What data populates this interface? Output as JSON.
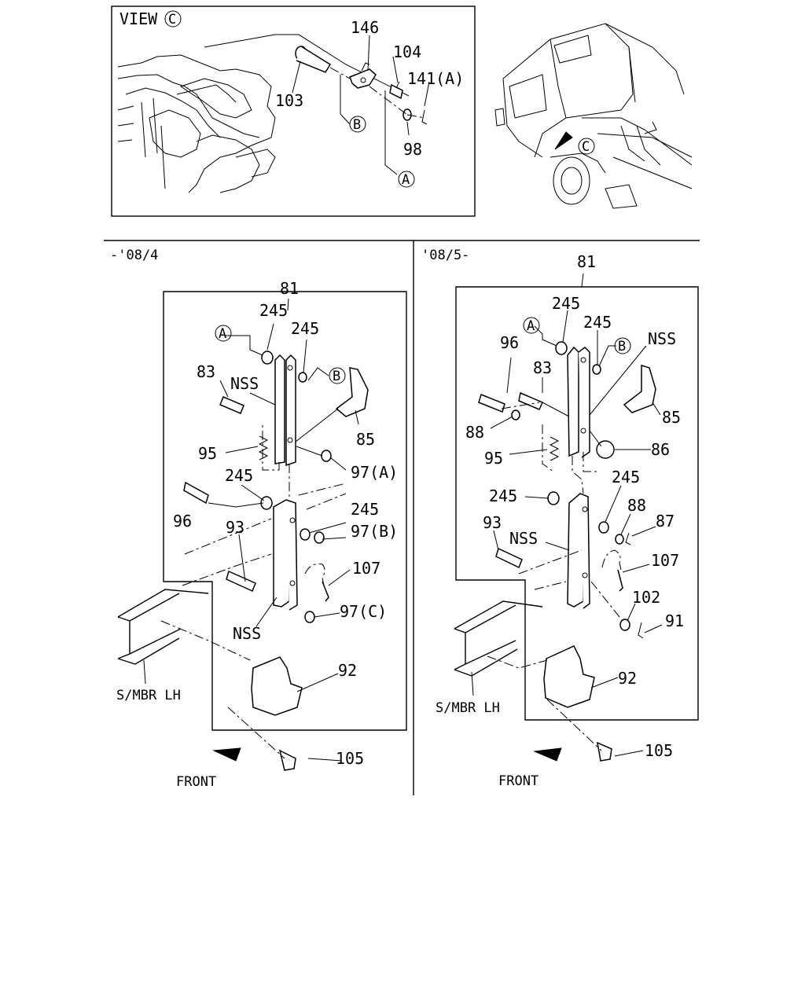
{
  "view_box": {
    "title": "VIEW",
    "title_ref": "C",
    "callouts": {
      "c146": "146",
      "c104": "104",
      "c141": "141(A)",
      "c103": "103",
      "c98": "98",
      "refB": "B",
      "refA": "A"
    },
    "truck_ref": "C"
  },
  "left_panel": {
    "period": "-'08/4",
    "callouts": {
      "c81": "81",
      "refA": "A",
      "c245a": "245",
      "c245b": "245",
      "refB": "B",
      "c83": "83",
      "nss1": "NSS",
      "c85": "85",
      "c95": "95",
      "c97a": "97(A)",
      "c245c": "245",
      "c96": "96",
      "c245d": "245",
      "c97b": "97(B)",
      "c93": "93",
      "c107": "107",
      "nss2": "NSS",
      "c97c": "97(C)",
      "c92": "92",
      "smbr": "S/MBR LH",
      "c105": "105",
      "front": "FRONT"
    }
  },
  "right_panel": {
    "period": "'08/5-",
    "callouts": {
      "c81": "81",
      "refA": "A",
      "c245a": "245",
      "c245b": "245",
      "refB": "B",
      "nss1": "NSS",
      "c96": "96",
      "c83": "83",
      "c85": "85",
      "c88a": "88",
      "c86": "86",
      "c95": "95",
      "c245c": "245",
      "c245d": "245",
      "c88b": "88",
      "c93": "93",
      "nss2": "NSS",
      "c87": "87",
      "c107": "107",
      "c102": "102",
      "c91": "91",
      "c92": "92",
      "smbr": "S/MBR LH",
      "c105": "105",
      "front": "FRONT"
    }
  }
}
